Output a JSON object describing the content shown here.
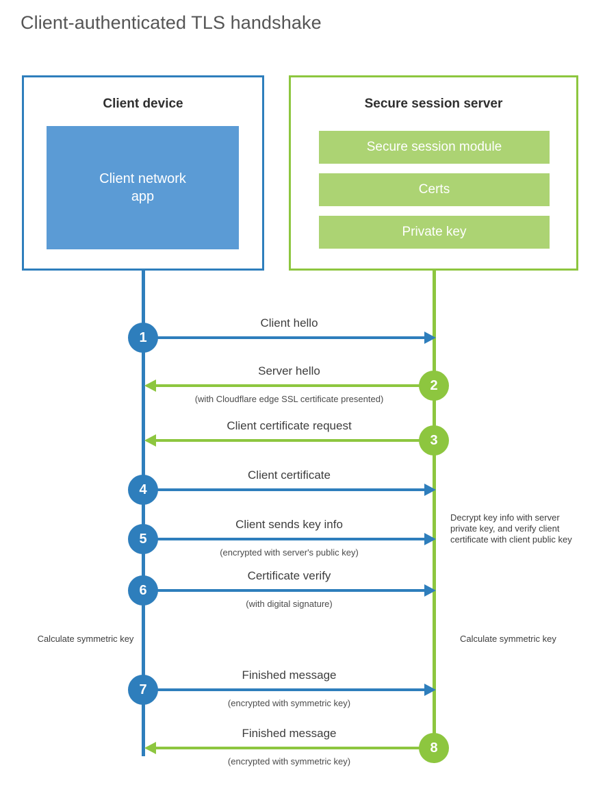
{
  "title": "Client-authenticated TLS handshake",
  "colors": {
    "client_blue": "#2e7ebc",
    "client_app_blue": "#5b9bd5",
    "server_green": "#8dc63f",
    "server_bar_green": "#acd373",
    "text": "#3d3d3d",
    "title_text": "#555555"
  },
  "client": {
    "title": "Client device",
    "app_label": "Client network\napp"
  },
  "server": {
    "title": "Secure session server",
    "bars": [
      {
        "label": "Secure session module"
      },
      {
        "label": "Certs"
      },
      {
        "label": "Private key"
      }
    ]
  },
  "steps": [
    {
      "number": "1",
      "direction": "to-server",
      "label": "Client hello",
      "sublabel": ""
    },
    {
      "number": "2",
      "direction": "to-client",
      "label": "Server hello",
      "sublabel": "(with Cloudflare edge SSL certificate presented)"
    },
    {
      "number": "3",
      "direction": "to-client",
      "label": "Client certificate request",
      "sublabel": ""
    },
    {
      "number": "4",
      "direction": "to-server",
      "label": "Client certificate",
      "sublabel": ""
    },
    {
      "number": "5",
      "direction": "to-server",
      "label": "Client sends key info",
      "sublabel": "(encrypted with server's public key)"
    },
    {
      "number": "6",
      "direction": "to-server",
      "label": "Certificate verify",
      "sublabel": "(with digital signature)"
    },
    {
      "number": "7",
      "direction": "to-server",
      "label": "Finished message",
      "sublabel": "(encrypted with symmetric key)"
    },
    {
      "number": "8",
      "direction": "to-client",
      "label": "Finished message",
      "sublabel": "(encrypted with symmetric key)"
    }
  ],
  "annotations": {
    "decrypt": "Decrypt key info with server private key, and verify client certificate with client public key",
    "calculate_symmetric_key_client": "Calculate symmetric key",
    "calculate_symmetric_key_server": "Calculate symmetric key"
  },
  "layout": {
    "step_y": [
      493,
      563,
      643,
      715,
      787,
      862,
      1007,
      1092
    ]
  }
}
